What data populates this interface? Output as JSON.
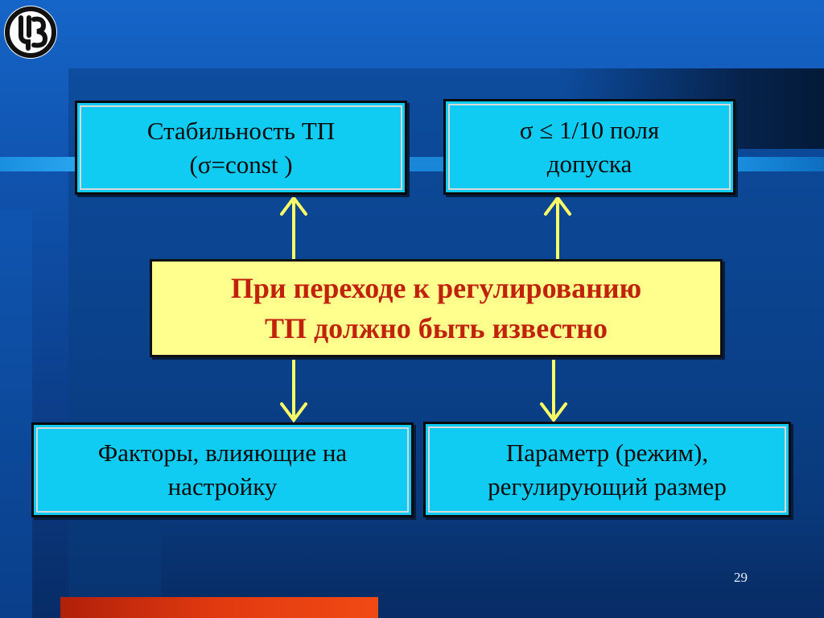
{
  "logo": {
    "icon": "emblem-icon"
  },
  "diagram": {
    "center": "При переходе к регулированию\nТП должно быть известно",
    "top_left": "Стабильность ТП\n(σ=const )",
    "top_right": "σ ≤ 1/10 поля\nдопуска",
    "bottom_left": "Факторы, влияющие на\nнастройку",
    "bottom_right": "Параметр (режим),\nрегулирующий размер"
  },
  "colors": {
    "box_fill": "#11ccf2",
    "center_fill": "#ffff8e",
    "center_text": "#c0220c",
    "arrow": "#ffff66",
    "background": "#0f4fa8"
  },
  "page_number": "29"
}
